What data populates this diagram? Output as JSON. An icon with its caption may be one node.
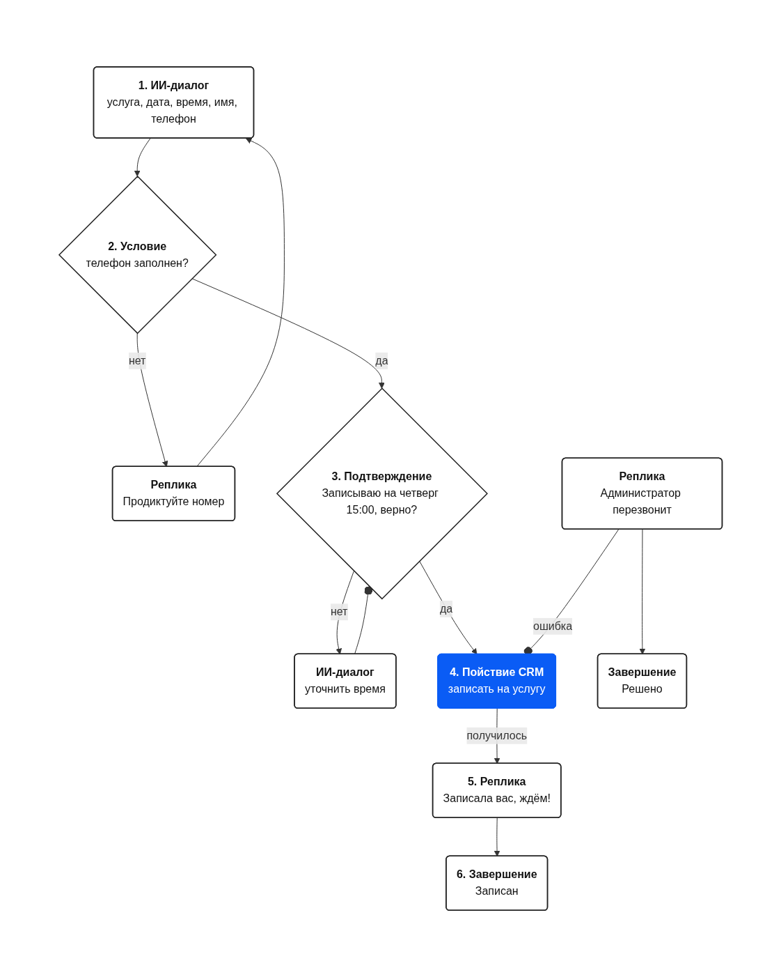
{
  "diagram": {
    "nodes": [
      {
        "text": [
          "1. ИИ-диалог",
          "услуга, дата, время, имя, телефон"
        ]
      },
      {
        "text": [
          "2. Условие",
          "телефон заполнен?"
        ]
      },
      {
        "text": [
          "Реплика",
          "Продиктуйте номер"
        ]
      },
      {
        "text": [
          "3. Подтверждение",
          "Записываю на четверг 15:00, верно?"
        ]
      },
      {
        "text": [
          "ИИ-диалог",
          "уточнить время"
        ]
      },
      {
        "text": [
          "4. Пойствие CRM",
          "записать на услугу"
        ]
      },
      {
        "text": [
          "Реплика",
          "Администратор перезвонит"
        ]
      },
      {
        "text": [
          "Завершение",
          "Решено"
        ]
      },
      {
        "text": [
          "5. Реплика",
          "Записала вас, ждём!"
        ]
      },
      {
        "text": [
          "6. Завершение",
          "Записан"
        ]
      }
    ],
    "edges": [
      {
        "from": 0,
        "to": 1,
        "arrow": "to"
      },
      {
        "from": 1,
        "to": 2,
        "label": "нет",
        "arrow": "to"
      },
      {
        "from": 2,
        "to": 0,
        "arrow": "to"
      },
      {
        "from": 1,
        "to": 3,
        "label": "да",
        "arrow": "to"
      },
      {
        "from": 3,
        "to": 4,
        "label": "нет",
        "arrow": "to"
      },
      {
        "from": 4,
        "to": 3,
        "arrow": "other"
      },
      {
        "from": 3,
        "to": 5,
        "label": "да",
        "arrow": "to"
      },
      {
        "from": 6,
        "to": 5,
        "label": "ошибка",
        "arrow": "other"
      },
      {
        "from": 6,
        "to": 7,
        "arrow": "to"
      },
      {
        "from": 5,
        "to": 8,
        "label": "получилось",
        "arrow": "to"
      },
      {
        "from": 8,
        "to": 9,
        "arrow": "to"
      }
    ]
  }
}
